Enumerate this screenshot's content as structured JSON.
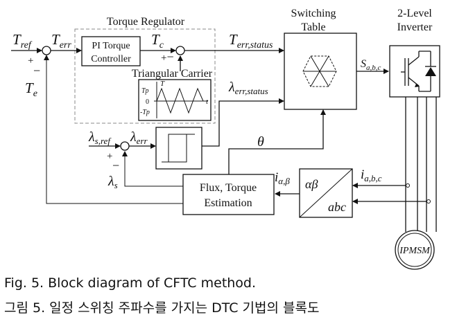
{
  "figure": {
    "blocks": {
      "torque_regulator": "Torque Regulator",
      "pi_line1": "PI Torque",
      "pi_line2": "Controller",
      "triangular_carrier": "Triangular Carrier",
      "carrier_tp": "Tp",
      "carrier_zero": "0",
      "carrier_neg_tp": "-Tp",
      "carrier_t_axis": "T",
      "carrier_time": "t",
      "switching_line1": "Switching",
      "switching_line2": "Table",
      "inverter_line1": "2-Level",
      "inverter_line2": "Inverter",
      "flux_line1": "Flux, Torque",
      "flux_line2": "Estimation",
      "transform_top": "αβ",
      "transform_bottom": "abc",
      "motor": "IPMSM"
    },
    "signals": {
      "t_ref": "T",
      "t_ref_sub": "ref",
      "t_err": "T",
      "t_err_sub": "err",
      "t_e": "T",
      "t_e_sub": "e",
      "t_c": "T",
      "t_c_sub": "c",
      "t_err_status": "T",
      "t_err_status_sub": "err,status",
      "s_abc": "S",
      "s_abc_sub": "a,b,c",
      "lambda_err_status": "λ",
      "lambda_err_status_sub": "err,status",
      "lambda_s_ref": "λ",
      "lambda_s_ref_sub": "s,ref",
      "lambda_err": "λ",
      "lambda_err_sub": "err",
      "lambda_s": "λ",
      "lambda_s_sub": "s",
      "theta": "θ",
      "i_ab": "i",
      "i_ab_sub": "α,β",
      "i_abc": "i",
      "i_abc_sub": "a,b,c",
      "plus": "+",
      "minus": "−"
    }
  },
  "caption_en": "Fig.  5. Block diagram of CFTC method.",
  "caption_ko": "그림 5. 일정 스위칭 주파수를 가지는 DTC 기법의 블록도"
}
